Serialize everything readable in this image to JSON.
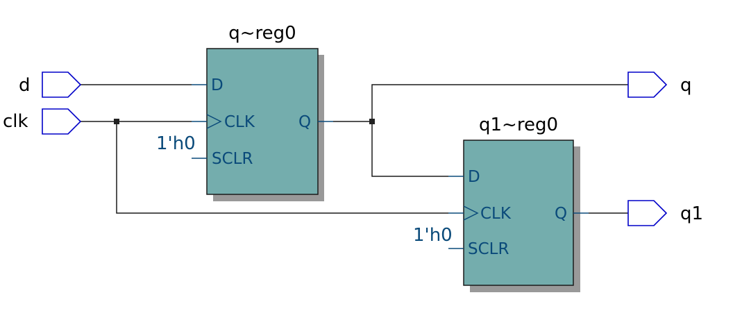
{
  "inputs": [
    {
      "name": "d"
    },
    {
      "name": "clk"
    }
  ],
  "outputs": [
    {
      "name": "q"
    },
    {
      "name": "q1"
    }
  ],
  "registers": [
    {
      "title": "q~reg0",
      "pins": {
        "d": "D",
        "clk": "CLK",
        "sclr": "SCLR",
        "q": "Q"
      },
      "sclr_const": "1'h0"
    },
    {
      "title": "q1~reg0",
      "pins": {
        "d": "D",
        "clk": "CLK",
        "sclr": "SCLR",
        "q": "Q"
      },
      "sclr_const": "1'h0"
    }
  ],
  "colors": {
    "register_fill": "#74adad",
    "port_stroke": "#0000c8",
    "pin_text": "#0a4a7a"
  }
}
